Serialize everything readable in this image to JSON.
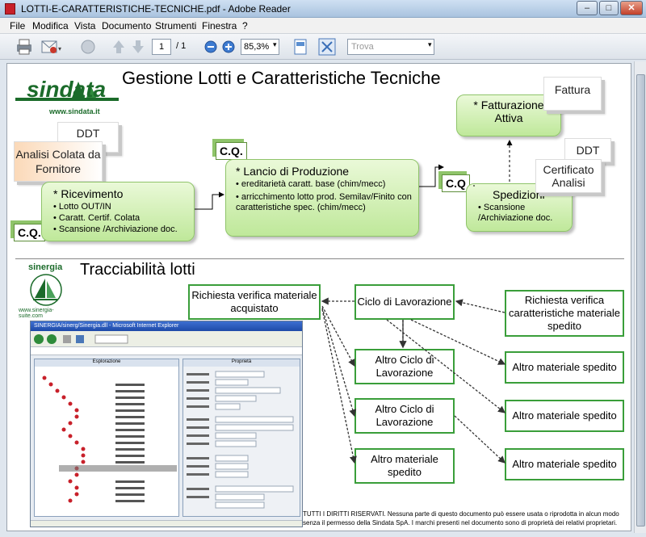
{
  "window": {
    "title": "LOTTI-E-CARATTERISTICHE-TECNICHE.pdf - Adobe Reader"
  },
  "menu": [
    "File",
    "Modifica",
    "Vista",
    "Documento",
    "Strumenti",
    "Finestra",
    "?"
  ],
  "toolbar": {
    "page_current": "1",
    "page_total": "/ 1",
    "zoom": "85,3%",
    "find_placeholder": "Trova"
  },
  "doc": {
    "logo_sindata": "sindata",
    "logo_sindata_url": "www.sindata.it",
    "heading1": "Gestione Lotti e Caratteristiche Tecniche",
    "card_ddt": "DDT",
    "card_analisi": "Analisi Colata da Fornitore",
    "cq": "C.Q.",
    "cq2": "C.Q",
    "ricevimento_title": "* Ricevimento",
    "ricevimento_items": [
      "Lotto OUT/IN",
      "Caratt. Certif. Colata",
      "Scansione /Archiviazione doc."
    ],
    "lancio_title": "* Lancio di Produzione",
    "lancio_items": [
      "ereditarietà caratt. base (chim/mecc)",
      "arricchimento lotto prod. Semilav/Finito con caratteristiche spec. (chim/mecc)"
    ],
    "spedizioni_title": "Spedizioni",
    "spedizioni_items": [
      "Scansione /Archiviazione doc."
    ],
    "fatturazione": "* Fatturazione Attiva",
    "card_fattura": "Fattura",
    "card_ddt2": "DDT",
    "card_certificato": "Certificato Analisi",
    "logo_sinergia": "sinergia",
    "logo_sinergia_url": "www.sinergia-suite.com",
    "heading2": "Tracciabilità lotti",
    "box_richiesta_acq": "Richiesta verifica materiale acquistato",
    "box_ciclo": "Ciclo di Lavorazione",
    "box_richiesta_sped": "Richiesta verifica caratteristiche materiale spedito",
    "box_altro_ciclo1": "Altro Ciclo di Lavorazione",
    "box_altro_ciclo2": "Altro Ciclo di Lavorazione",
    "box_altro_mat1": "Altro materiale spedito",
    "box_altro_mat2": "Altro materiale spedito",
    "box_altro_mat3": "Altro materiale spedito",
    "box_altro_mat4": "Altro materiale spedito",
    "footer": "TUTTI I DIRITTI RISERVATI. Nessuna parte di questo documento può essere usata o riprodotta in alcun modo senza il permesso della Sindata SpA. I marchi presenti nel documento sono di proprietà dei relativi proprietari."
  },
  "screenshot": {
    "title": "SINERGIA/sinerg/Sinergia.dll - Microsoft Internet Explorer",
    "panel_left": "Esplorazione",
    "panel_right": "Proprietà"
  },
  "colors": {
    "green_border": "#3a9e3a",
    "green_fill": "#bfe89a",
    "title_blue": "#a9c3df"
  }
}
